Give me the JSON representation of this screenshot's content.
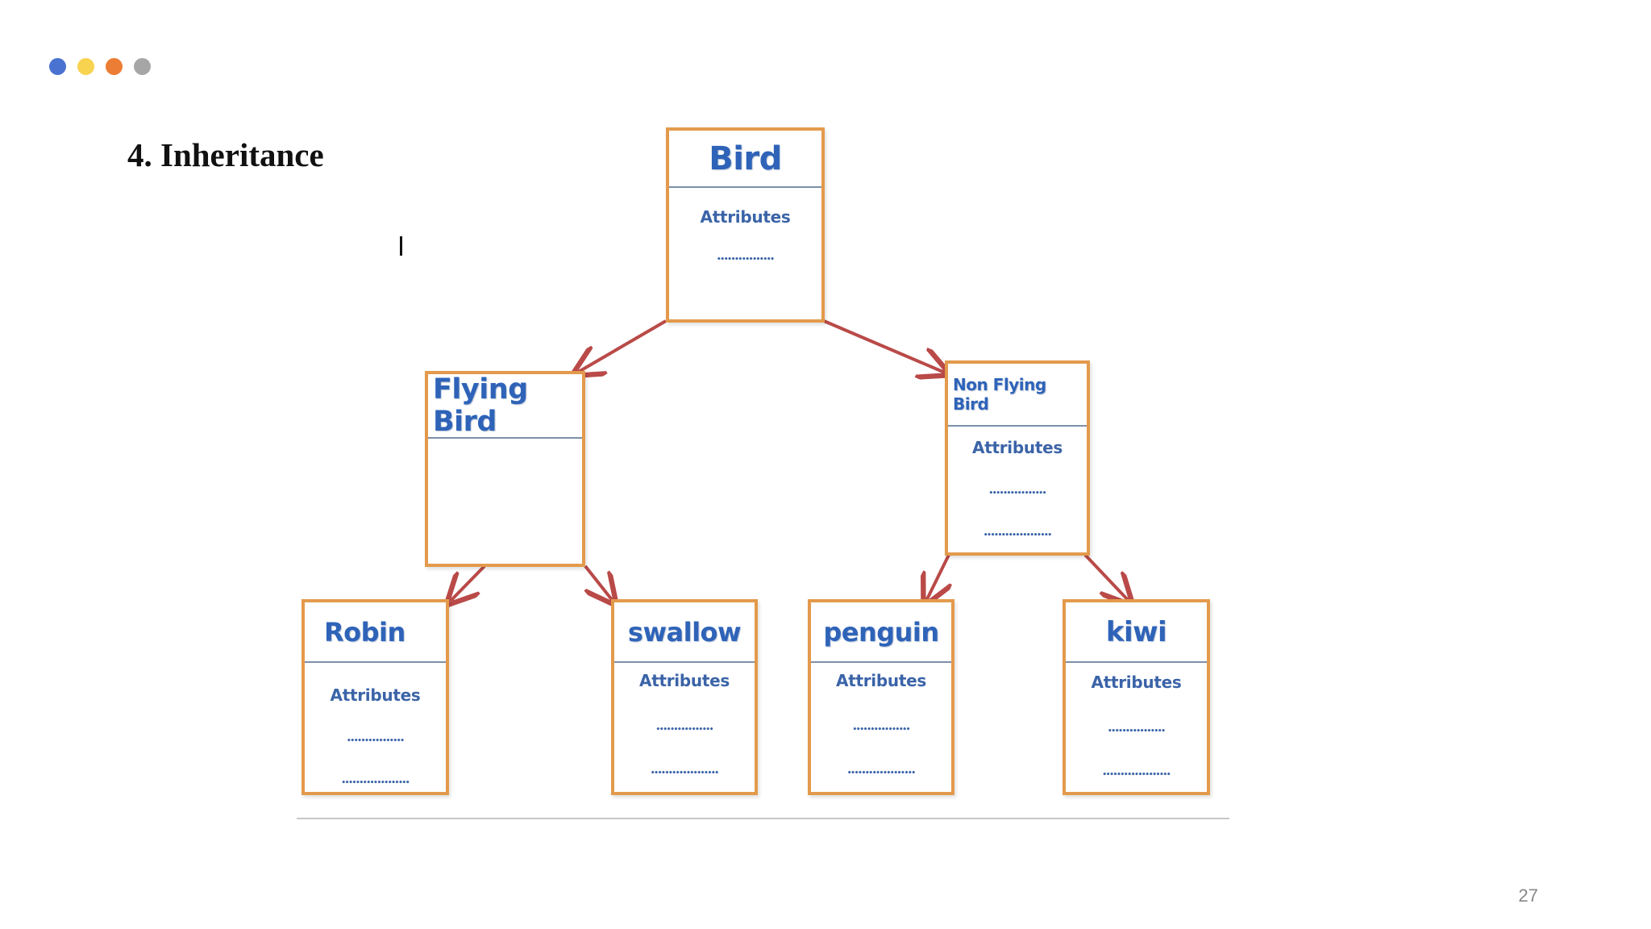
{
  "slide": {
    "title": "4. Inheritance",
    "page_number": "27",
    "dot_colors": [
      "#4a72d1",
      "#f8d34f",
      "#ec7d34",
      "#a6a6a6"
    ]
  },
  "diagram": {
    "nodes": {
      "bird": {
        "name": "Bird",
        "attributes_label": "Attributes",
        "lines": [
          "••••••••••••••••"
        ]
      },
      "flying_bird": {
        "name": "Flying Bird"
      },
      "non_flying_bird": {
        "name": "Non Flying Bird",
        "attributes_label": "Attributes",
        "lines": [
          "••••••••••••••••",
          "•••••••••••••••••••"
        ]
      },
      "robin": {
        "name": "Robin",
        "attributes_label": "Attributes",
        "lines": [
          "••••••••••••••••",
          "•••••••••••••••••••"
        ]
      },
      "swallow": {
        "name": "swallow",
        "attributes_label": "Attributes",
        "lines": [
          "••••••••••••••••",
          "•••••••••••••••••••"
        ]
      },
      "penguin": {
        "name": "penguin",
        "attributes_label": "Attributes",
        "lines": [
          "••••••••••••••••",
          "•••••••••••••••••••"
        ]
      },
      "kiwi": {
        "name": "kiwi",
        "attributes_label": "Attributes",
        "lines": [
          "••••••••••••••••",
          "•••••••••••••••••••"
        ]
      }
    },
    "edges": [
      {
        "from": "Bird",
        "to": "Flying Bird"
      },
      {
        "from": "Bird",
        "to": "Non Flying Bird"
      },
      {
        "from": "Flying Bird",
        "to": "Robin"
      },
      {
        "from": "Flying Bird",
        "to": "swallow"
      },
      {
        "from": "Non Flying Bird",
        "to": "penguin"
      },
      {
        "from": "Non Flying Bird",
        "to": "kiwi"
      }
    ],
    "colors": {
      "box_border": "#e39a4c",
      "arrow": "#b94a48",
      "text": "#2e63b8"
    }
  }
}
